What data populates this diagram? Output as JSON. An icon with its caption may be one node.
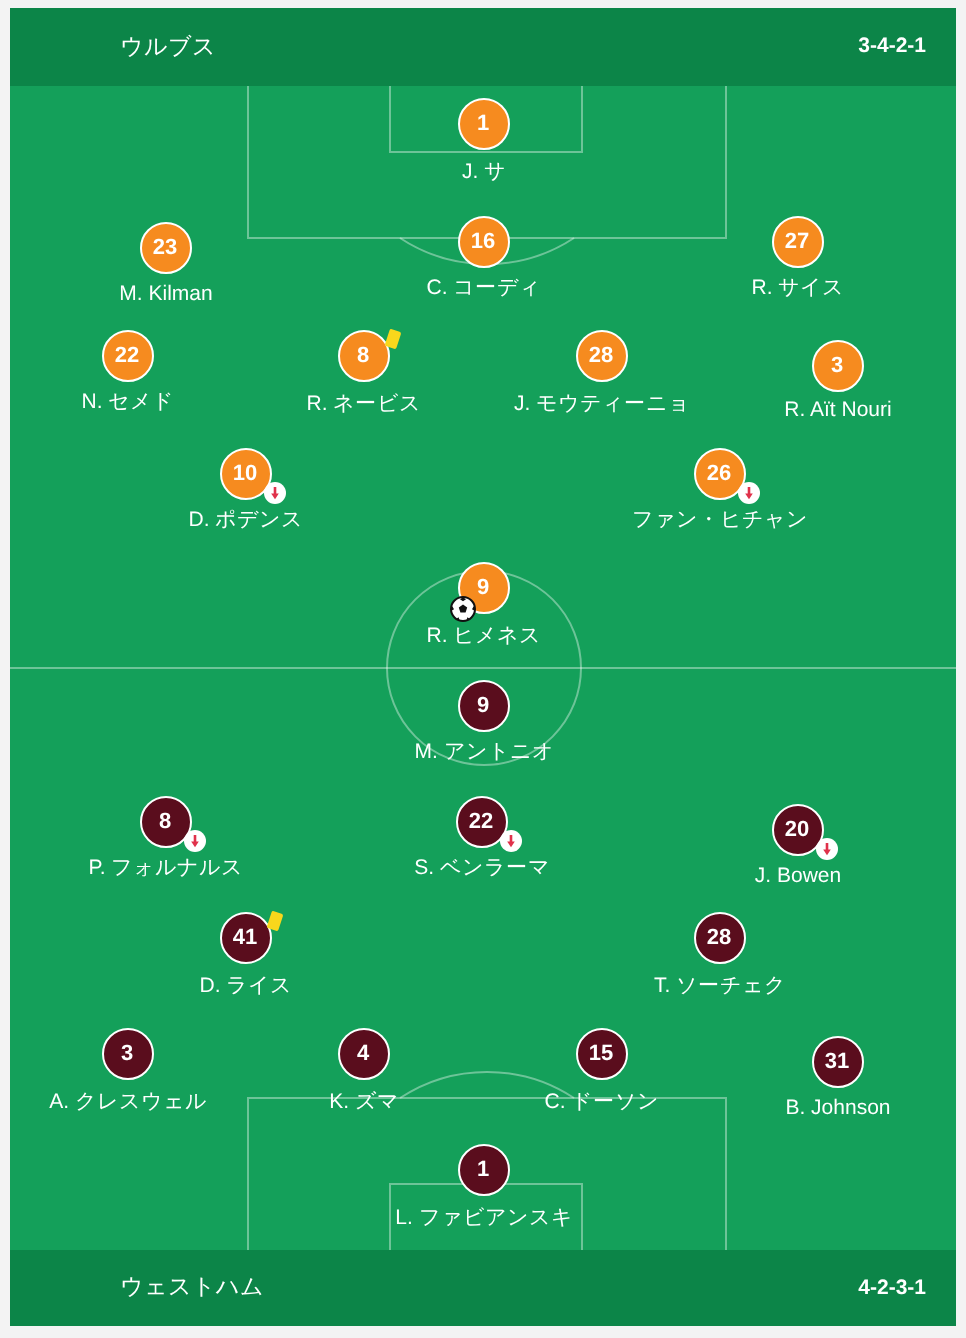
{
  "diagram": {
    "nodes": [
      {
        "text": [
          "ウルブス",
          "3-4-2-1"
        ]
      },
      {
        "text": [
          "1"
        ],
        "beside": [
          "J. サ"
        ]
      },
      {
        "text": [
          "23"
        ],
        "beside": [
          "M. Kilman"
        ]
      },
      {
        "text": [
          "16"
        ],
        "beside": [
          "C. コーディ"
        ]
      },
      {
        "text": [
          "27"
        ],
        "beside": [
          "R. サイス"
        ]
      },
      {
        "text": [
          "22"
        ],
        "beside": [
          "N. セメド"
        ]
      },
      {
        "text": [
          "8"
        ],
        "beside": [
          "R. ネービス"
        ]
      },
      {
        "text": [
          "28"
        ],
        "beside": [
          "J. モウティーニョ"
        ]
      },
      {
        "text": [
          "3"
        ],
        "beside": [
          "R. Aït Nouri"
        ]
      },
      {
        "text": [
          "10"
        ],
        "beside": [
          "D. ポデンス"
        ]
      },
      {
        "text": [
          "26"
        ],
        "beside": [
          "ファン・ヒチャン"
        ]
      },
      {
        "text": [
          "9"
        ],
        "beside": [
          "R. ヒメネス"
        ]
      },
      {
        "text": [
          "9"
        ],
        "beside": [
          "M. アントニオ"
        ]
      },
      {
        "text": [
          "8"
        ],
        "beside": [
          "P. フォルナルス"
        ]
      },
      {
        "text": [
          "22"
        ],
        "beside": [
          "S. ベンラーマ"
        ]
      },
      {
        "text": [
          "20"
        ],
        "beside": [
          "J. Bowen"
        ]
      },
      {
        "text": [
          "41"
        ],
        "beside": [
          "D. ライス"
        ]
      },
      {
        "text": [
          "28"
        ],
        "beside": [
          "T. ソーチェク"
        ]
      },
      {
        "text": [
          "3"
        ],
        "beside": [
          "A. クレスウェル"
        ]
      },
      {
        "text": [
          "4"
        ],
        "beside": [
          "K. ズマ"
        ]
      },
      {
        "text": [
          "15"
        ],
        "beside": [
          "C. ドーソン"
        ]
      },
      {
        "text": [
          "31"
        ],
        "beside": [
          "B. Johnson"
        ]
      },
      {
        "text": [
          "1"
        ],
        "beside": [
          "L. ファビアンスキ"
        ]
      },
      {
        "text": [
          "ウェストハム",
          "4-2-3-1"
        ]
      }
    ]
  }
}
